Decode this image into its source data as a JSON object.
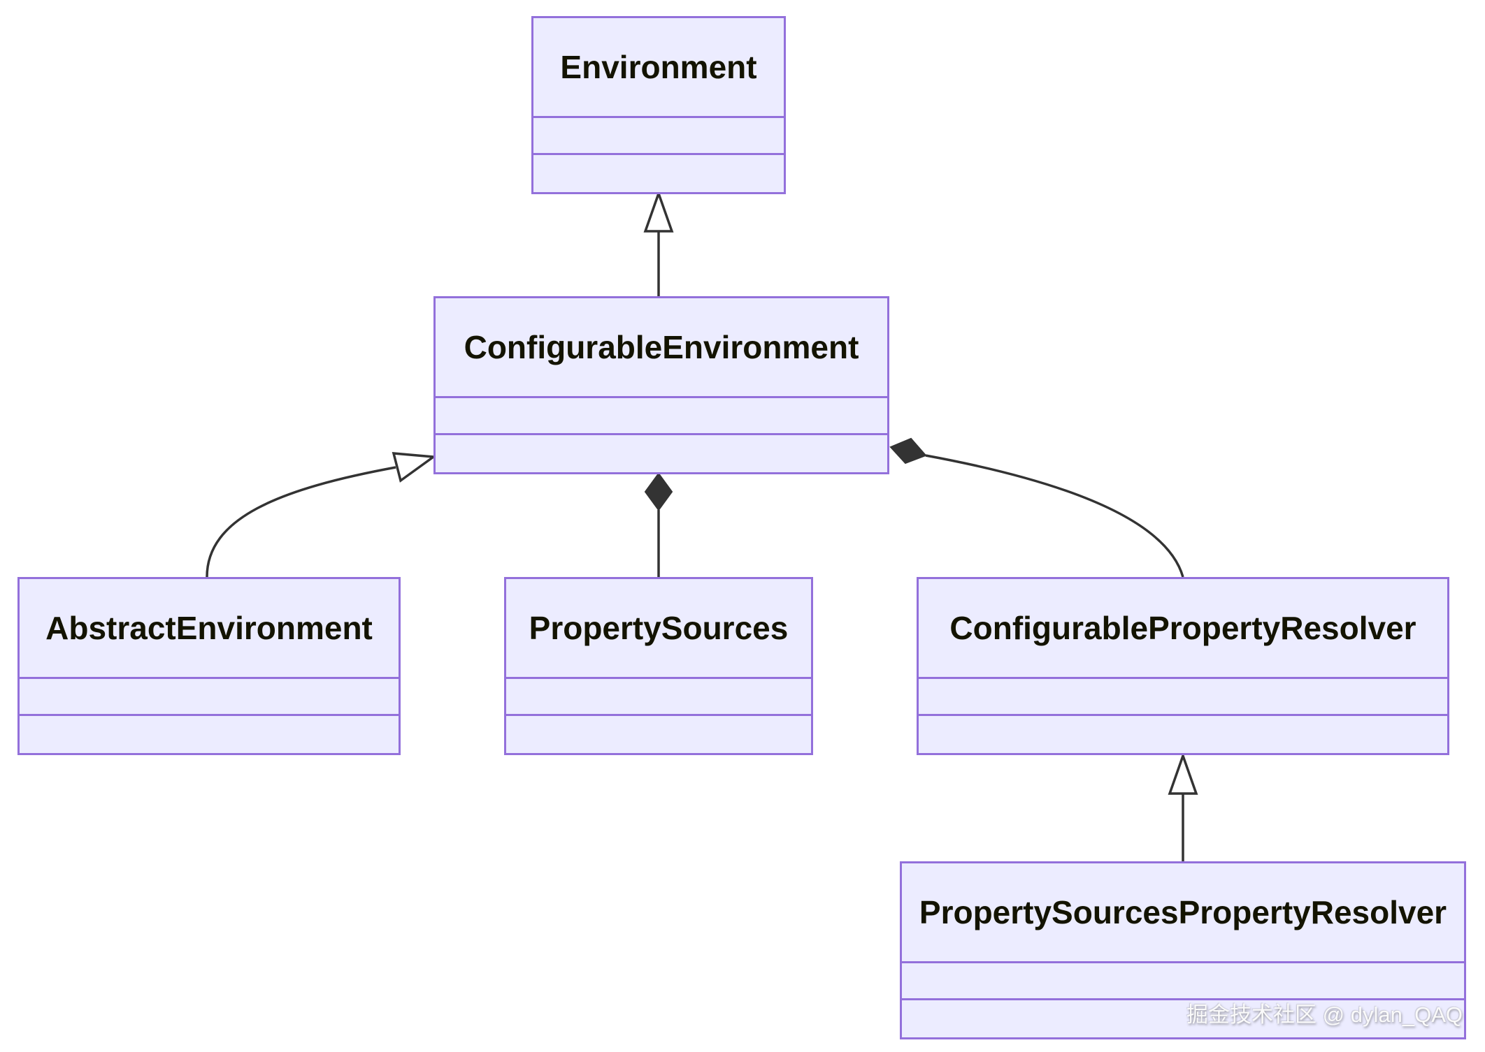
{
  "diagram": {
    "type": "uml-class-diagram",
    "classes": [
      {
        "id": "environment",
        "name": "Environment",
        "attributes": [],
        "methods": []
      },
      {
        "id": "configurable-environment",
        "name": "ConfigurableEnvironment",
        "attributes": [],
        "methods": []
      },
      {
        "id": "abstract-environment",
        "name": "AbstractEnvironment",
        "attributes": [],
        "methods": []
      },
      {
        "id": "property-sources",
        "name": "PropertySources",
        "attributes": [],
        "methods": []
      },
      {
        "id": "configurable-property-resolver",
        "name": "ConfigurablePropertyResolver",
        "attributes": [],
        "methods": []
      },
      {
        "id": "property-sources-property-resolver",
        "name": "PropertySourcesPropertyResolver",
        "attributes": [],
        "methods": []
      }
    ],
    "relationships": [
      {
        "from": "ConfigurableEnvironment",
        "to": "Environment",
        "type": "inheritance",
        "marker": "hollow-triangle"
      },
      {
        "from": "AbstractEnvironment",
        "to": "ConfigurableEnvironment",
        "type": "inheritance",
        "marker": "hollow-triangle"
      },
      {
        "from": "ConfigurableEnvironment",
        "to": "PropertySources",
        "type": "composition",
        "marker": "filled-diamond"
      },
      {
        "from": "ConfigurableEnvironment",
        "to": "ConfigurablePropertyResolver",
        "type": "composition",
        "marker": "filled-diamond"
      },
      {
        "from": "PropertySourcesPropertyResolver",
        "to": "ConfigurablePropertyResolver",
        "type": "inheritance",
        "marker": "hollow-triangle"
      }
    ],
    "colors": {
      "box_fill": "#ECECFF",
      "box_border": "#9370DB",
      "line": "#333333",
      "text": "#131300",
      "watermark": "#fafafa"
    }
  },
  "watermark": {
    "text": "掘金技术社区 @ dylan_QAQ"
  }
}
